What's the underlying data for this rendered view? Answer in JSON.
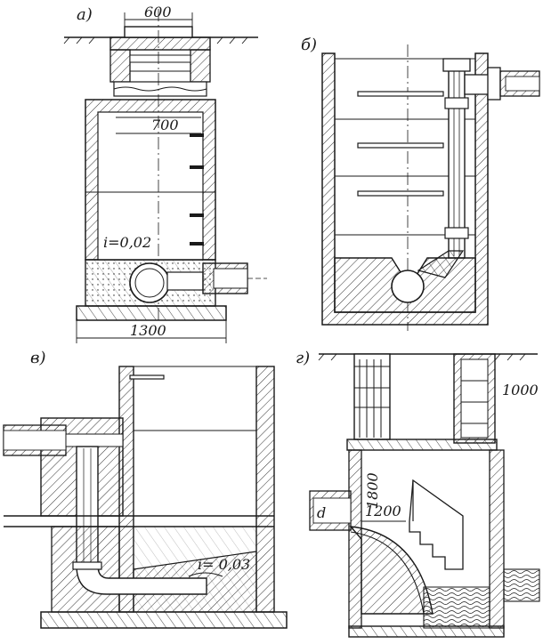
{
  "panels": {
    "a": {
      "letter": "а)",
      "dim_top": "600",
      "dim_mid": "700",
      "dim_bottom": "1300",
      "slope": "i=0,02"
    },
    "b": {
      "letter": "б)"
    },
    "v": {
      "letter": "в)",
      "slope": "i= 0,03"
    },
    "g": {
      "letter": "г)",
      "dim_1000": "1000",
      "dim_1800": "1800",
      "dim_1200": "1200",
      "pipe_label": "d"
    }
  },
  "colors": {
    "ink": "#1a1a1a",
    "paper": "#ffffff"
  }
}
